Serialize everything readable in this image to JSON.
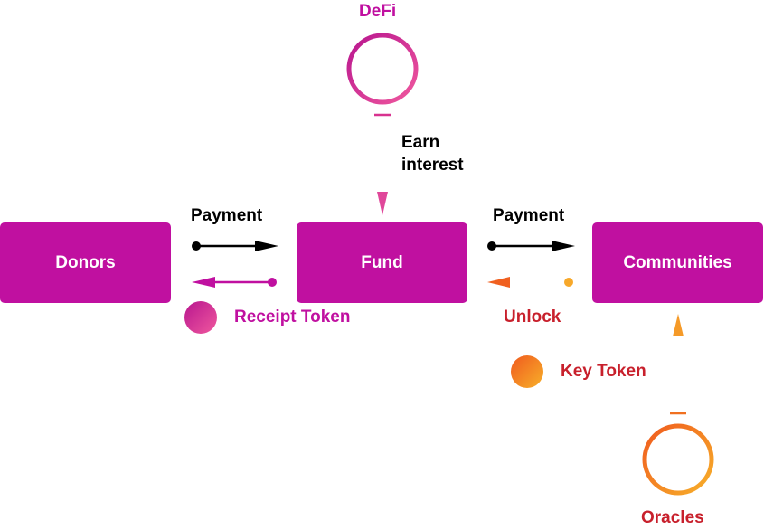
{
  "nodes": {
    "donors": "Donors",
    "fund": "Fund",
    "communities": "Communities",
    "defi": "DeFi",
    "oracles": "Oracles"
  },
  "edges": {
    "payment_donors_fund": "Payment",
    "payment_fund_communities": "Payment",
    "earn_interest_line1": "Earn",
    "earn_interest_line2": "interest",
    "receipt_token": "Receipt Token",
    "unlock": "Unlock",
    "key_token": "Key Token"
  },
  "colors": {
    "box": "#c010a0",
    "magenta": "#c010a0",
    "pink": "#e0479a",
    "orange": "#f07020",
    "red": "#c8202c",
    "black": "#000000"
  }
}
